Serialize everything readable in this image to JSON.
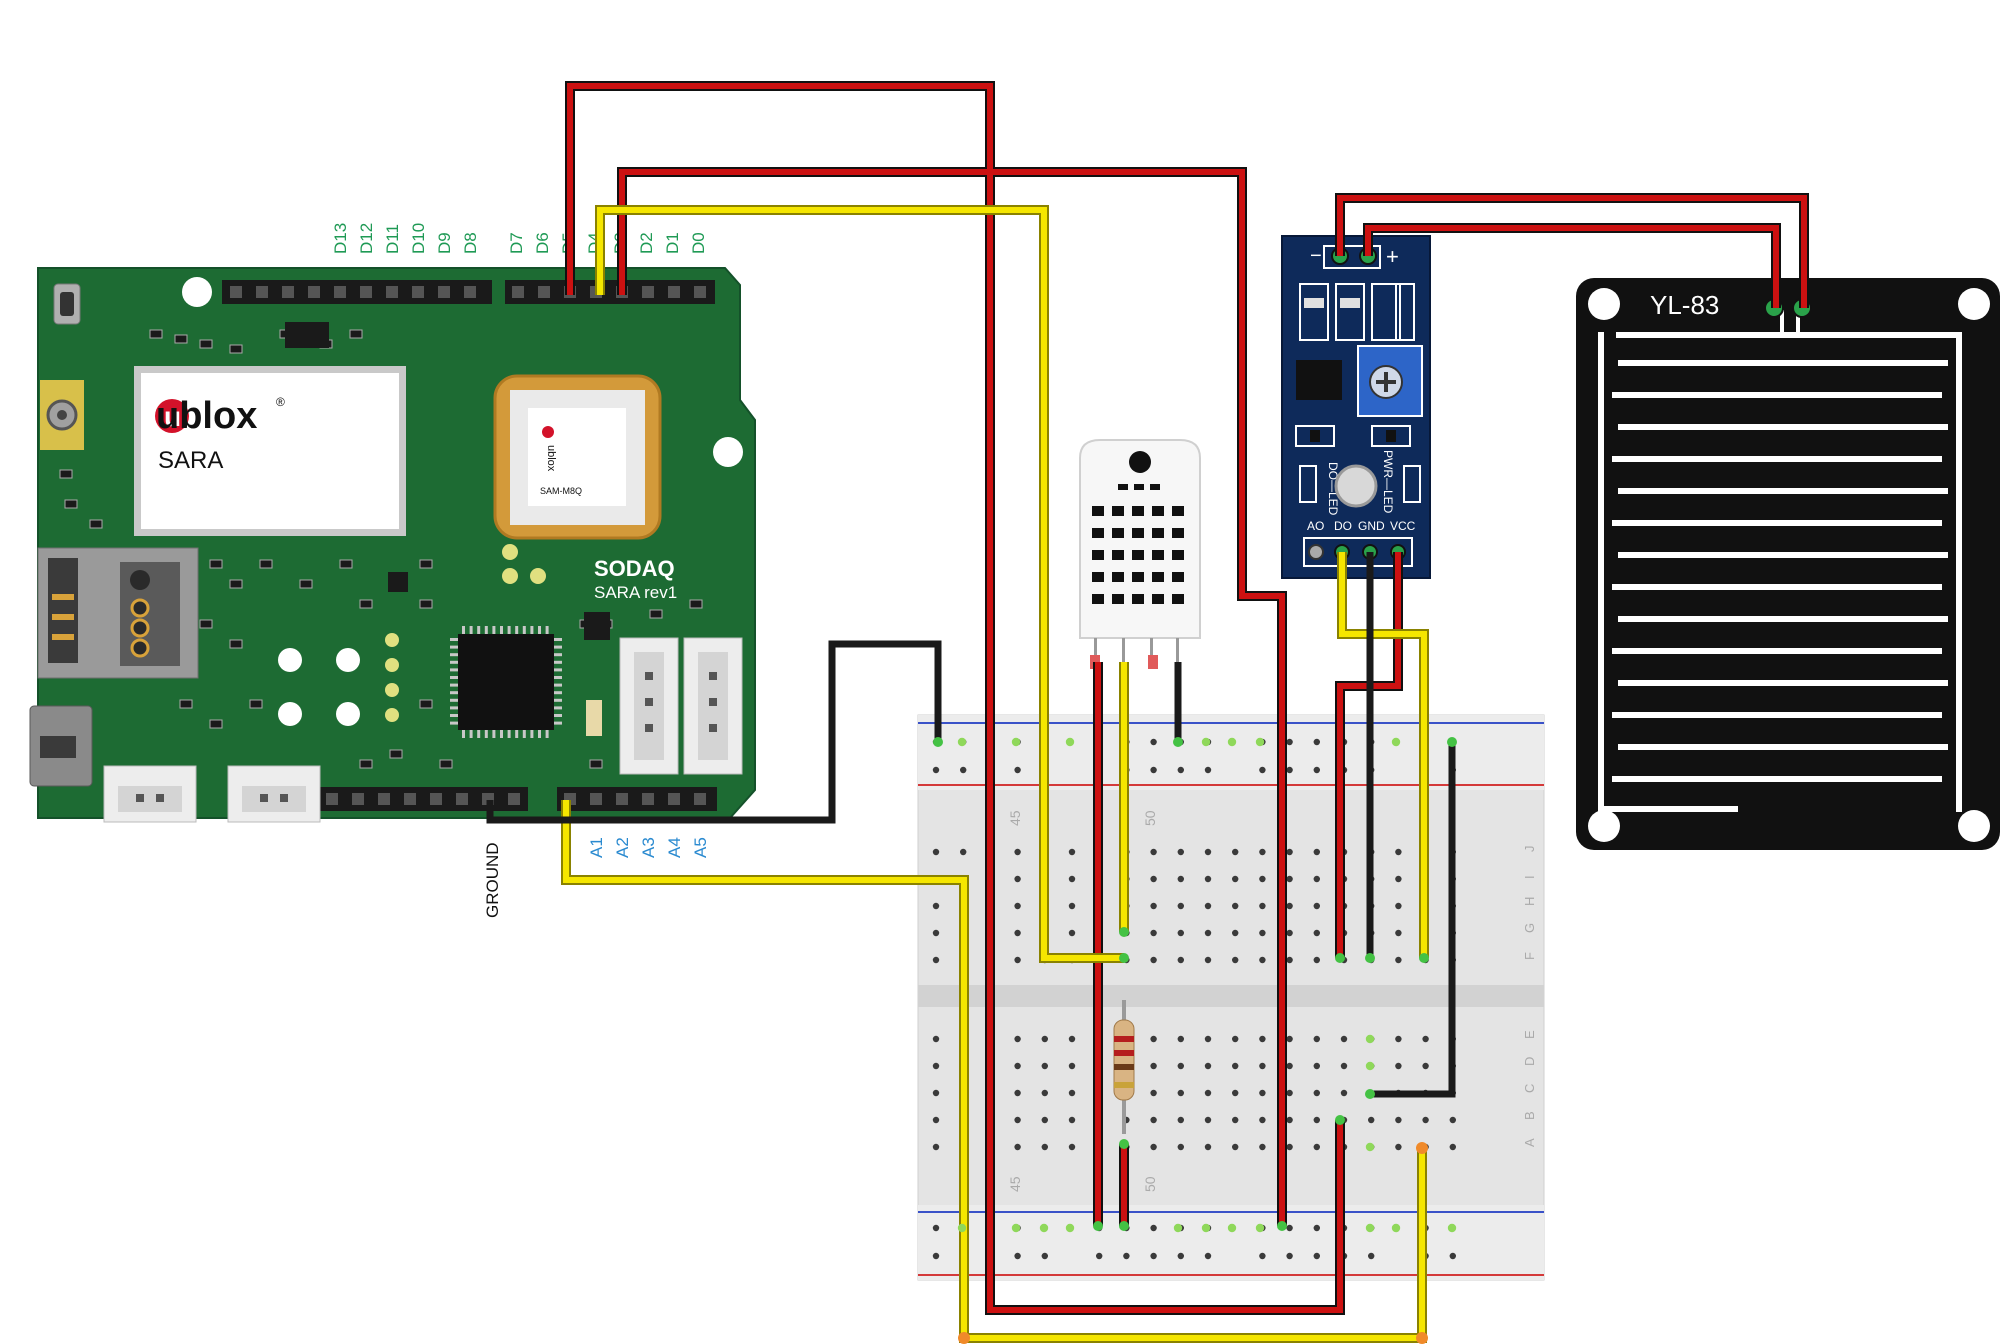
{
  "board": {
    "brand": "ublox",
    "brand_mark": "®",
    "module": "SARA",
    "gps_chip_brand": "ublox",
    "gps_chip_model": "SAM-M8Q",
    "maker": "SODAQ",
    "model": "SARA rev1",
    "digital_pins": [
      "D13",
      "D12",
      "D11",
      "D10",
      "D9",
      "D8",
      "D7",
      "D6",
      "D5",
      "D4",
      "D3",
      "D2",
      "D1",
      "D0"
    ],
    "analog_pins": [
      "A1",
      "A2",
      "A3",
      "A4",
      "A5"
    ],
    "ground_label": "GROUND"
  },
  "rain_module": {
    "minus": "−",
    "plus": "+",
    "led_do": "DO—LED",
    "led_pwr": "PWR—LED",
    "pins": [
      "AO",
      "DO",
      "GND",
      "VCC"
    ]
  },
  "rain_sensor": {
    "label": "YL-83"
  },
  "breadboard": {
    "column_labels": [
      "45",
      "50"
    ],
    "row_labels_top": [
      "J",
      "I",
      "H",
      "G",
      "F"
    ],
    "row_labels_bottom": [
      "E",
      "D",
      "C",
      "B",
      "A"
    ]
  },
  "colors": {
    "wire_red": "#cc1111",
    "wire_yellow": "#f5e600",
    "wire_black": "#1a1a1a",
    "board_green": "#1d6b33",
    "module_blue": "#0e2a5a",
    "breadboard": "#e6e6e6",
    "rail_red": "#d43a3a",
    "rail_blue": "#3a52c8"
  }
}
